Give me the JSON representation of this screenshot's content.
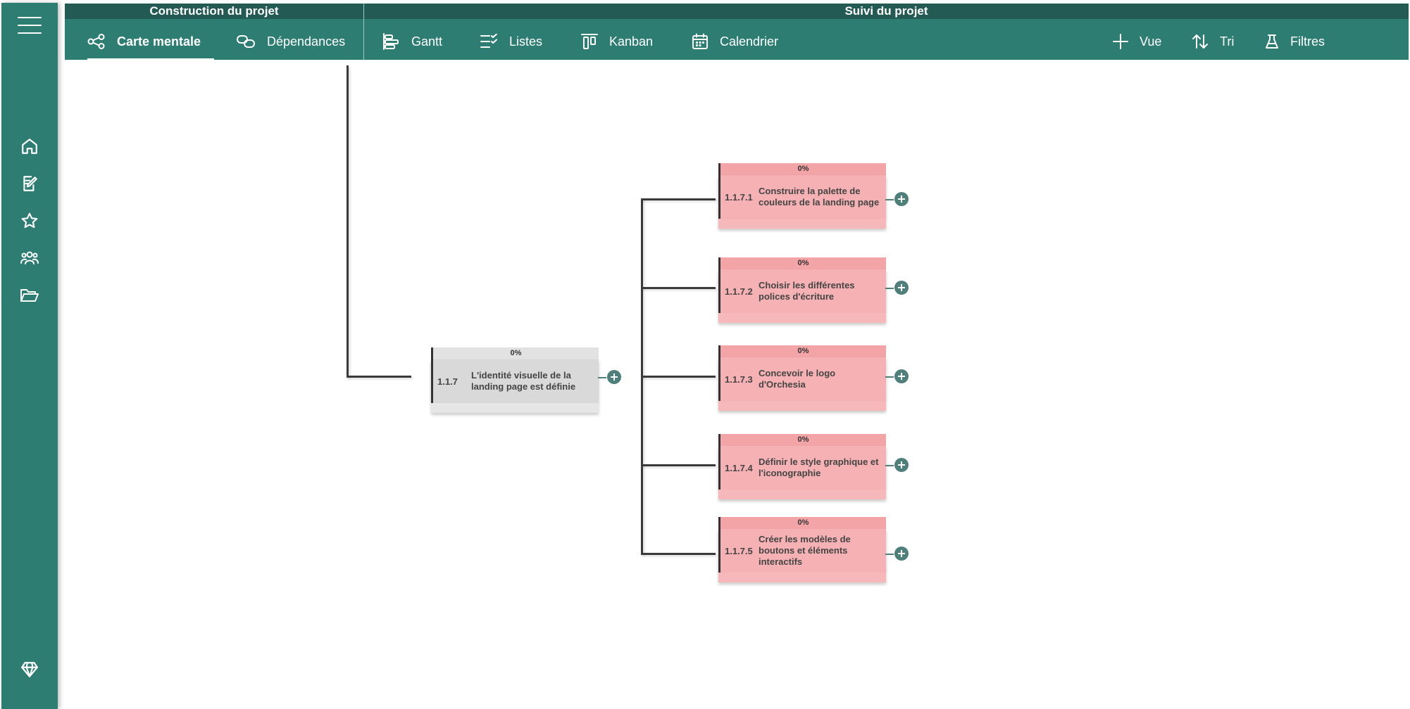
{
  "header": {
    "section_build": "Construction du projet",
    "section_follow": "Suivi du projet"
  },
  "tabs": {
    "mindmap": "Carte mentale",
    "dependencies": "Dépendances",
    "gantt": "Gantt",
    "lists": "Listes",
    "kanban": "Kanban",
    "calendar": "Calendrier",
    "view": "Vue",
    "sort": "Tri",
    "filters": "Filtres"
  },
  "colors": {
    "primary": "#2e7d73",
    "header_dark": "#235a54",
    "task_pink": "#f5b1b3",
    "task_gray": "#d9d9d9"
  },
  "parent_node": {
    "percent": "0%",
    "number": "1.1.7",
    "title": "L'identité visuelle de la landing page est définie"
  },
  "children": [
    {
      "percent": "0%",
      "number": "1.1.7.1",
      "title": "Construire la palette de couleurs de la landing page"
    },
    {
      "percent": "0%",
      "number": "1.1.7.2",
      "title": "Choisir les différentes polices d'écriture"
    },
    {
      "percent": "0%",
      "number": "1.1.7.3",
      "title": "Concevoir le logo d'Orchesia"
    },
    {
      "percent": "0%",
      "number": "1.1.7.4",
      "title": "Définir le style graphique et l'iconographie"
    },
    {
      "percent": "0%",
      "number": "1.1.7.5",
      "title": "Créer les modèles de boutons et éléments interactifs"
    }
  ]
}
